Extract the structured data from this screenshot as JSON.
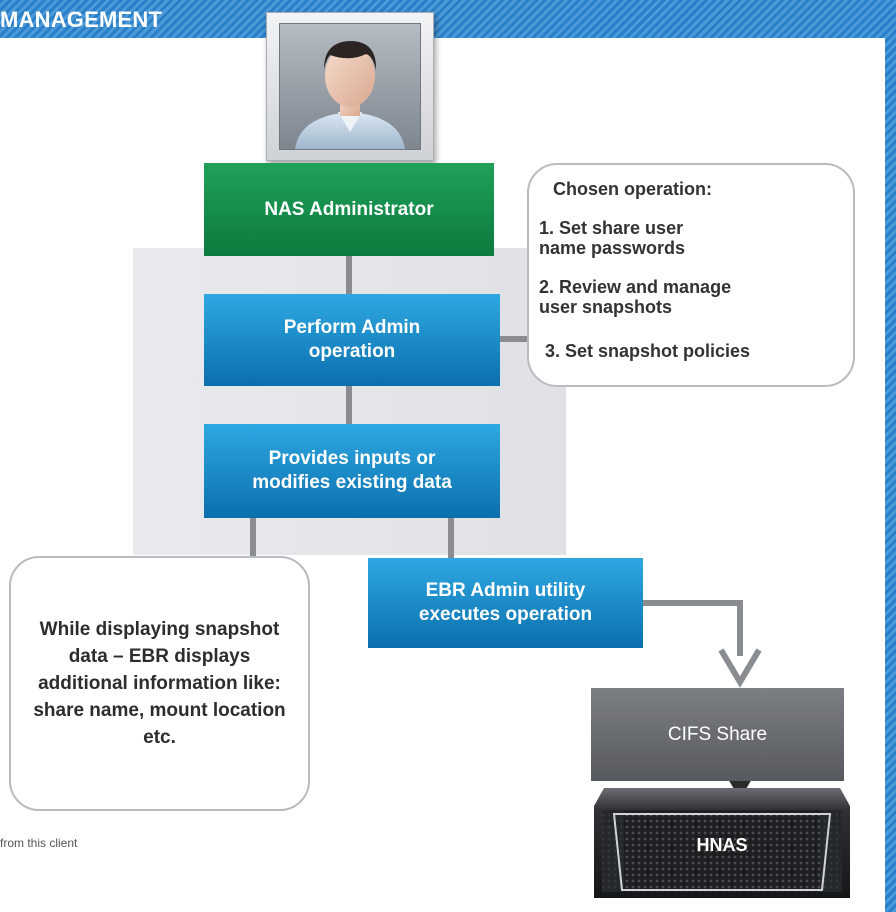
{
  "header": {
    "title": "MANAGEMENT"
  },
  "nodes": {
    "administrator": "NAS Administrator",
    "perform_admin": "Perform Admin operation",
    "provides_inputs": "Provides inputs or modifies existing data",
    "ebr_utility": "EBR Admin utility executes operation",
    "cifs_share": "CIFS Share",
    "hnas": "HNAS"
  },
  "operations_callout": {
    "title": "Chosen operation:",
    "items": [
      "1. Set share user\nname passwords",
      "2. Review and manage\nuser snapshots",
      "3. Set snapshot policies"
    ]
  },
  "info_callout": {
    "text": "While displaying snapshot data – EBR displays additional information like: share name, mount location etc."
  },
  "footnote": "from this client",
  "icons": {
    "user": "user-avatar-icon",
    "storage": "nas-storage-device-icon"
  },
  "colors": {
    "banner": "#2a7fc9",
    "administrator_box": "#12904b",
    "process_box": "#1a8ccb",
    "share_box": "#66696d",
    "connector": "#898c90"
  }
}
